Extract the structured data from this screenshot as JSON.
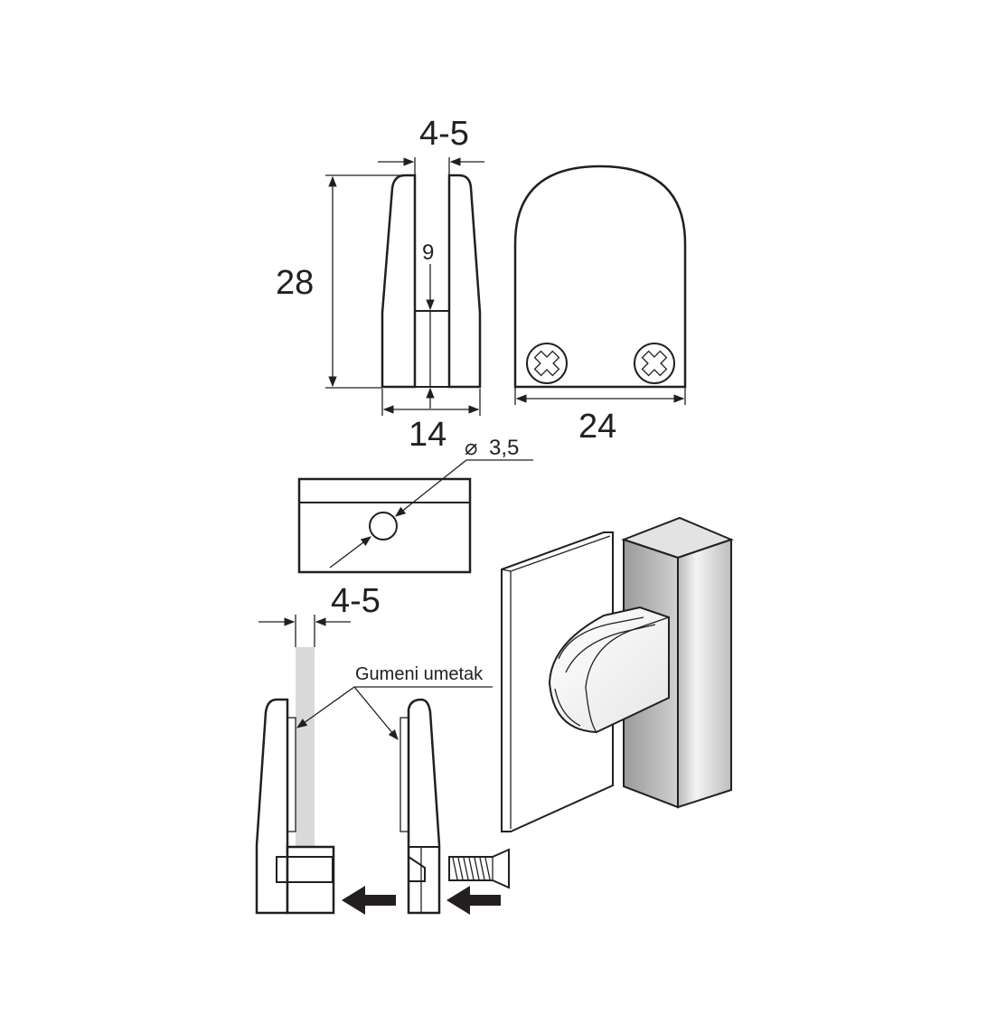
{
  "dimensions": {
    "slot_width_top": "4-5",
    "height": "28",
    "slot_depth": "9",
    "base_width": "14",
    "front_width": "24",
    "hole_diameter": "3,5",
    "slot_width_bottom": "4-5"
  },
  "annotations": {
    "rubber_insert": "Gumeni umetak"
  },
  "colors": {
    "line": "#231f20",
    "glass": "#d9d9d9",
    "post_light": "#f2f2f2",
    "post_mid": "#c8c8c8",
    "post_dark": "#a6a6a6",
    "arrow": "#231f20"
  },
  "icons": {
    "diameter_symbol": "⌀",
    "screw_head": "phillips-cross"
  }
}
